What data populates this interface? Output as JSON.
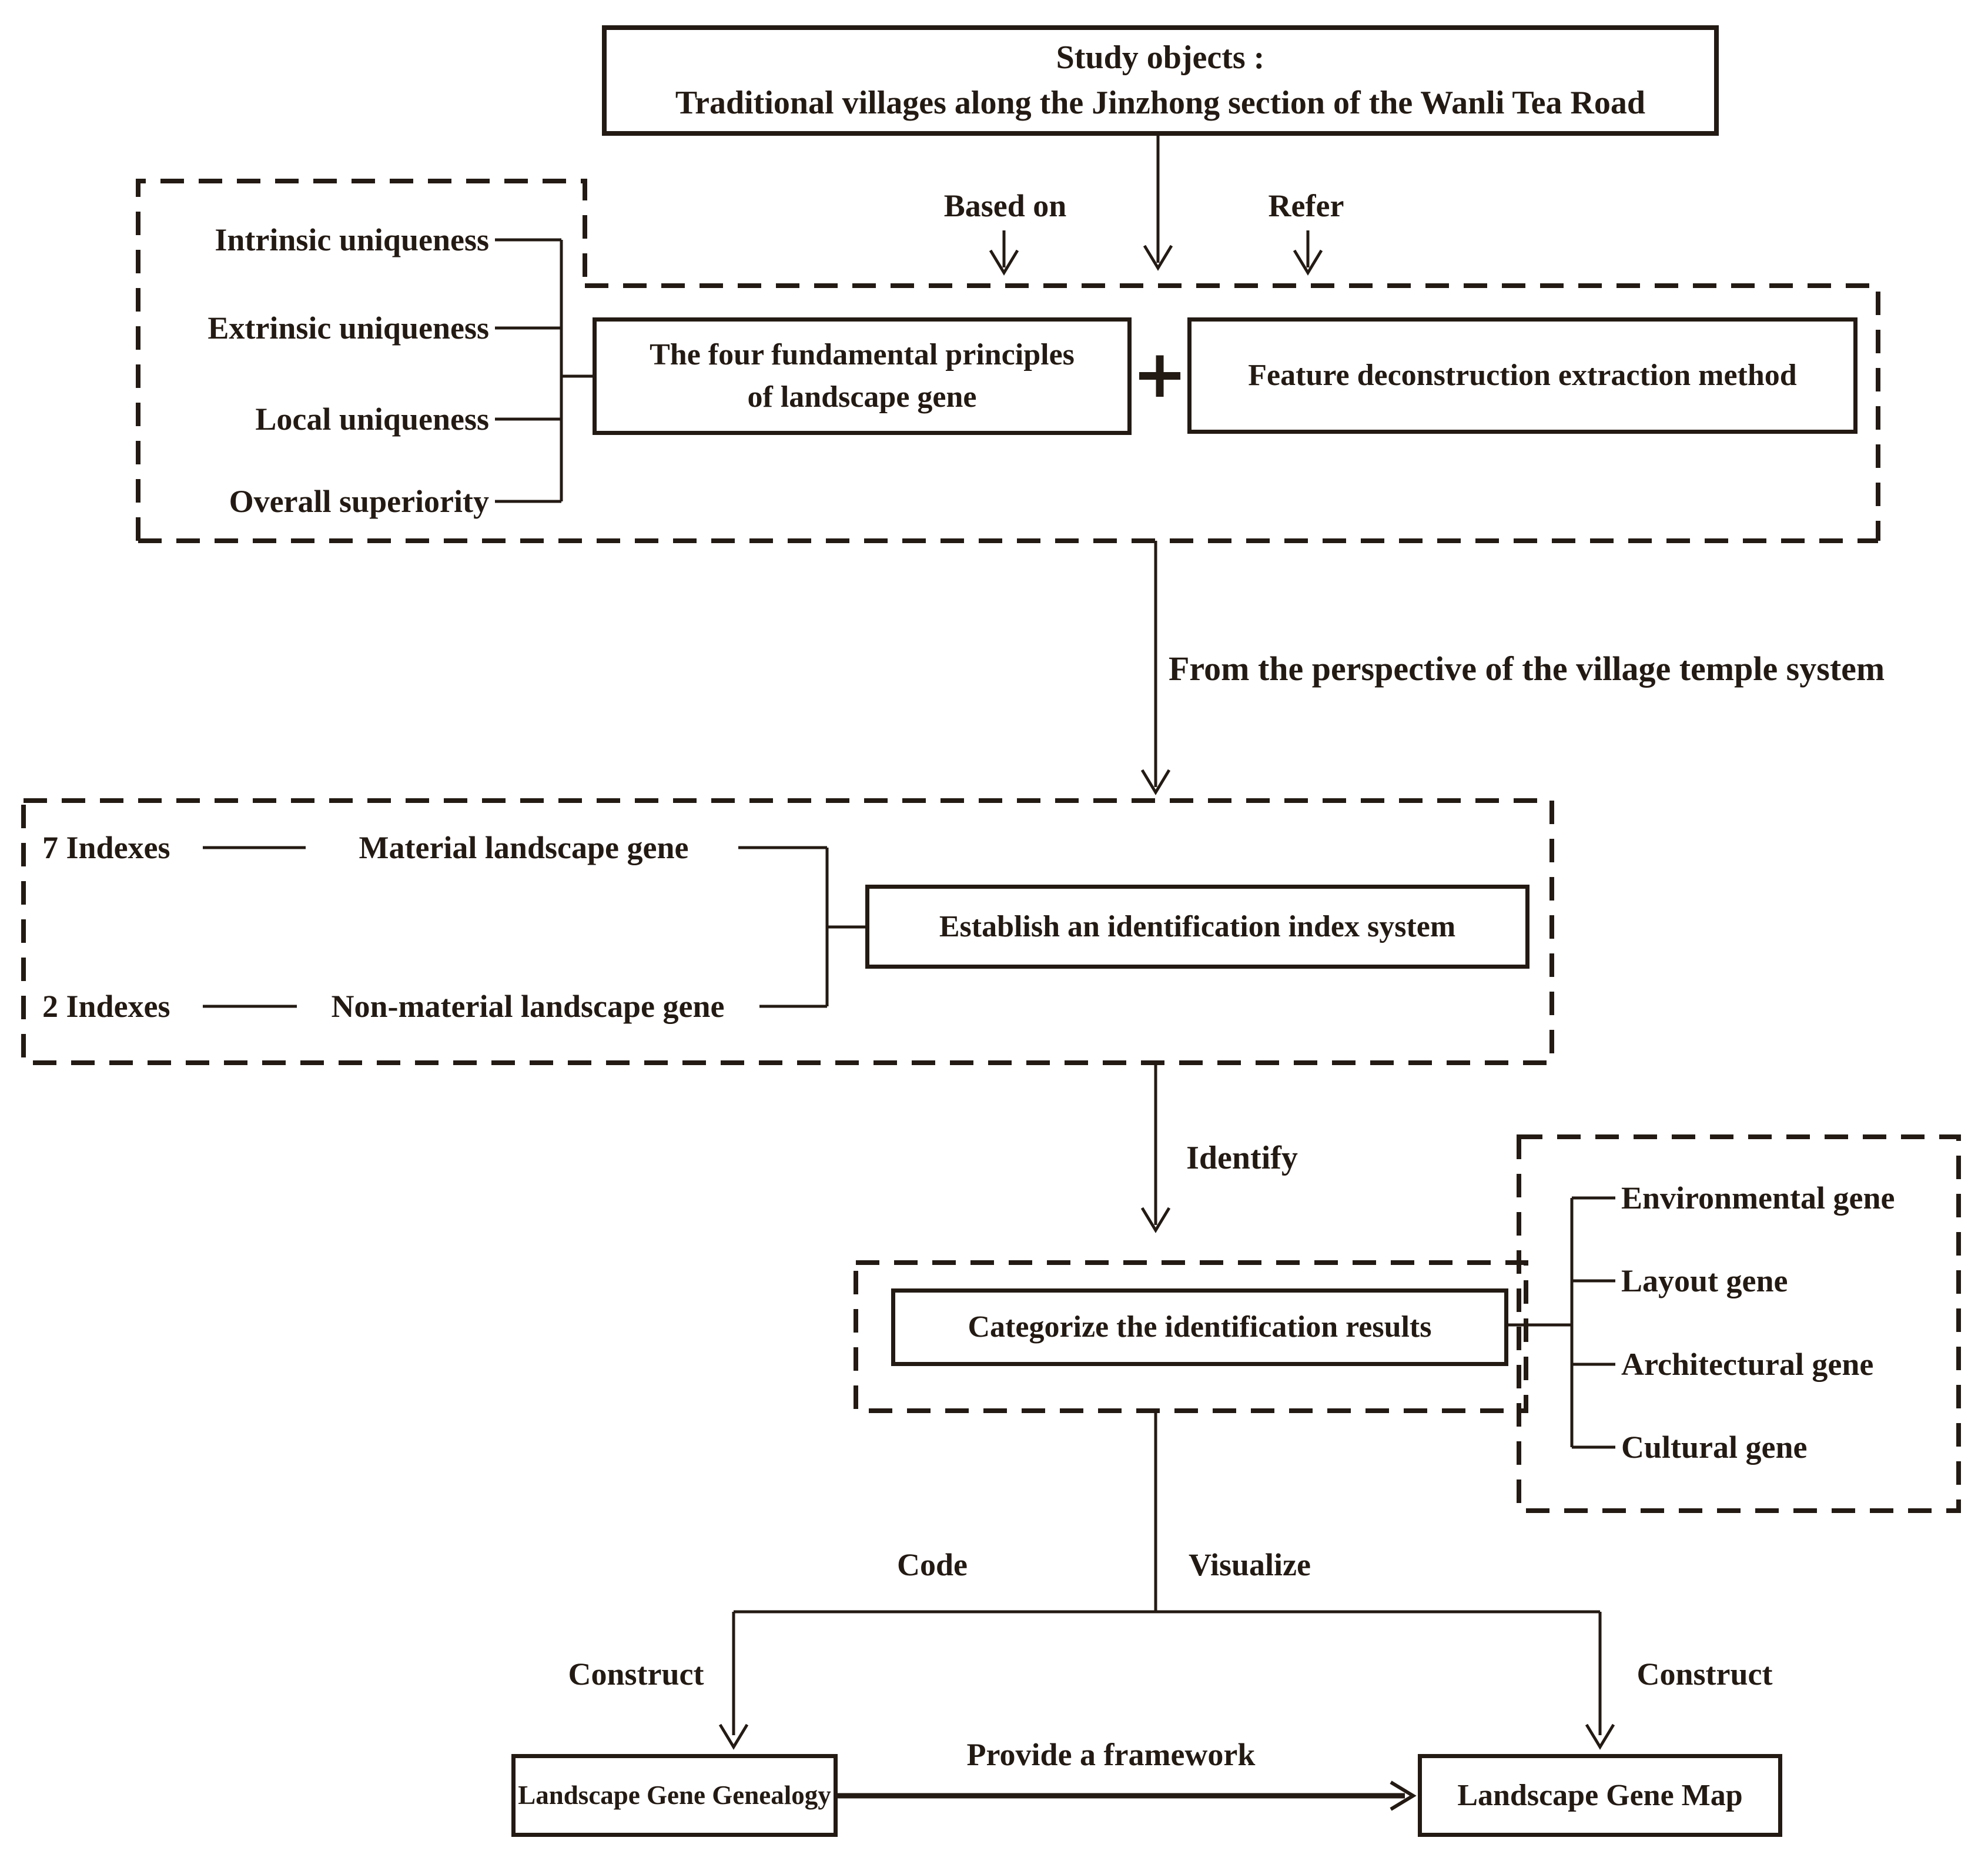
{
  "figure": {
    "ink": "#231a13",
    "background": "#ffffff"
  },
  "study_box": {
    "line1": "Study objects :",
    "line2": "Traditional villages along the Jinzhong section of the Wanli Tea Road"
  },
  "principle_frame": {
    "items": [
      "Intrinsic uniqueness",
      "Extrinsic uniqueness",
      "Local uniqueness",
      "Overall superiority"
    ],
    "based_on": "Based on",
    "refer": "Refer",
    "principles_box_line1": "The four fundamental principles",
    "principles_box_line2": "of landscape gene",
    "plus": "+",
    "feature_box": "Feature deconstruction extraction method"
  },
  "perspective_label": "From the perspective of the village temple system",
  "index_frame": {
    "establish_box": "Establish an identification index system",
    "items": [
      {
        "count": "7 Indexes",
        "label": "Material landscape gene"
      },
      {
        "count": "2 Indexes",
        "label": "Non-material landscape gene"
      }
    ]
  },
  "identify_label": "Identify",
  "categorize_frame": {
    "categorize_box": "Categorize the identification results",
    "genes": [
      "Environmental gene",
      "Layout gene",
      "Architectural gene",
      "Cultural gene"
    ]
  },
  "bottom_flow": {
    "code": "Code",
    "visualize": "Visualize",
    "construct_left": "Construct",
    "construct_right": "Construct",
    "genealogy_box": "Landscape Gene Genealogy",
    "provide": "Provide a framework",
    "map_box": "Landscape Gene Map"
  }
}
